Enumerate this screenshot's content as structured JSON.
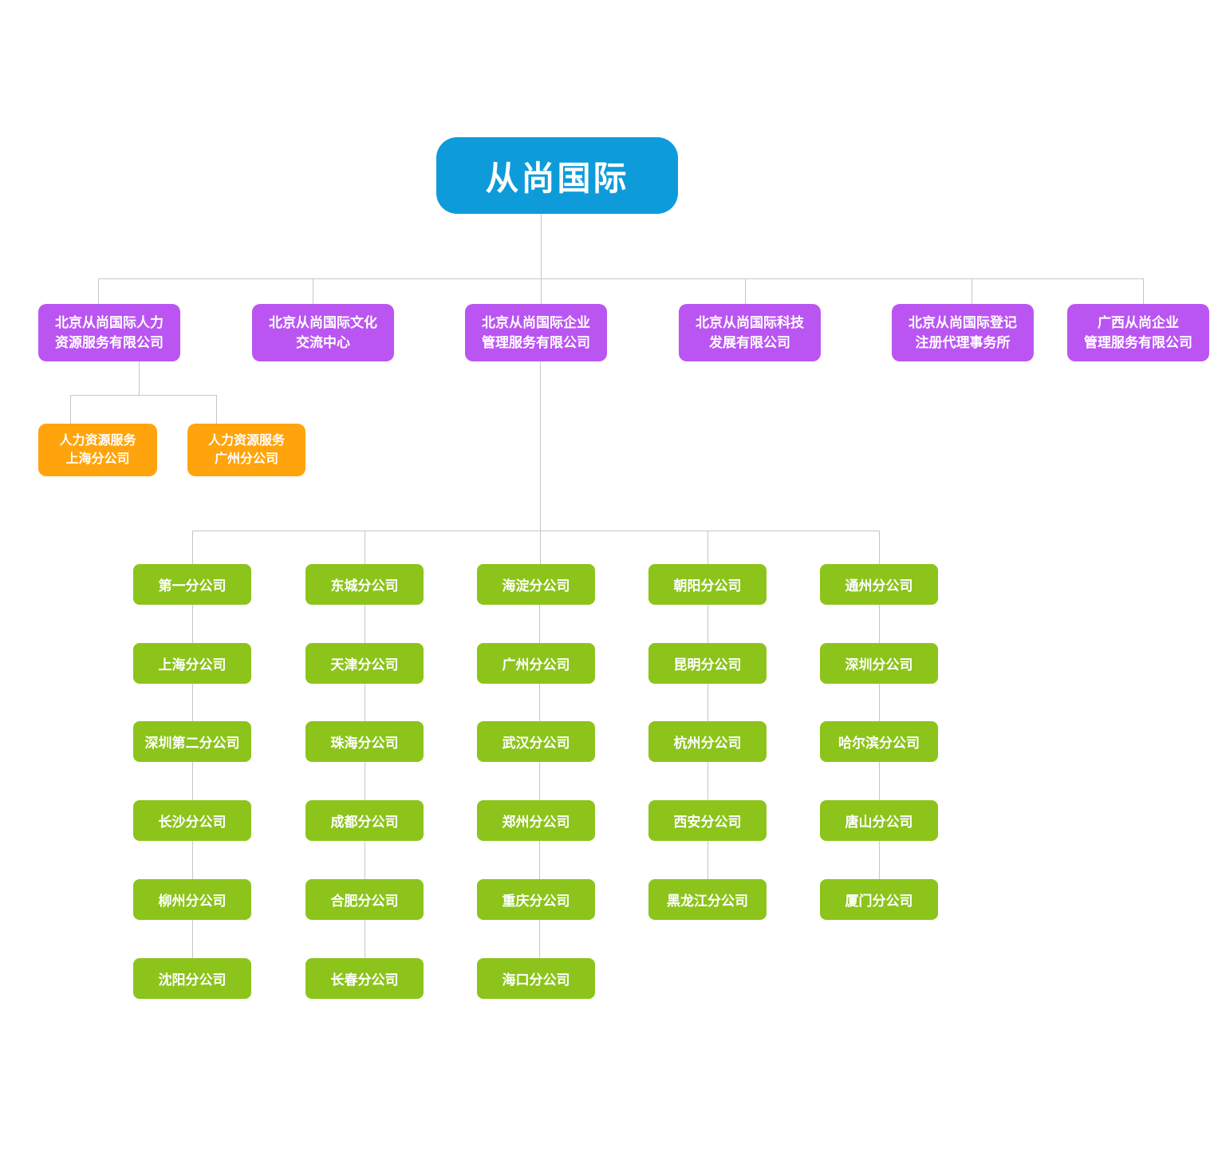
{
  "chart_title": "从尚国际",
  "colors": {
    "root_bg": "#0d9cd9",
    "subsidiary_bg": "#ba55f2",
    "hr_branch_bg": "#ffa40d",
    "branch_bg": "#8cc41c",
    "connector": "#c6c6c6",
    "node_text": "#ffffff"
  },
  "root": {
    "label": "从尚国际"
  },
  "subsidiaries": [
    {
      "line1": "北京从尚国际人力",
      "line2": "资源服务有限公司"
    },
    {
      "line1": "北京从尚国际文化",
      "line2": "交流中心"
    },
    {
      "line1": "北京从尚国际企业",
      "line2": "管理服务有限公司"
    },
    {
      "line1": "北京从尚国际科技",
      "line2": "发展有限公司"
    },
    {
      "line1": "北京从尚国际登记",
      "line2": "注册代理事务所"
    },
    {
      "line1": "广西从尚企业",
      "line2": "管理服务有限公司"
    }
  ],
  "hr_branches": [
    {
      "line1": "人力资源服务",
      "line2": "上海分公司"
    },
    {
      "line1": "人力资源服务",
      "line2": "广州分公司"
    }
  ],
  "branch_columns": [
    [
      "第一分公司",
      "上海分公司",
      "深圳第二分公司",
      "长沙分公司",
      "柳州分公司",
      "沈阳分公司"
    ],
    [
      "东城分公司",
      "天津分公司",
      "珠海分公司",
      "成都分公司",
      "合肥分公司",
      "长春分公司"
    ],
    [
      "海淀分公司",
      "广州分公司",
      "武汉分公司",
      "郑州分公司",
      "重庆分公司",
      "海口分公司"
    ],
    [
      "朝阳分公司",
      "昆明分公司",
      "杭州分公司",
      "西安分公司",
      "黑龙江分公司"
    ],
    [
      "通州分公司",
      "深圳分公司",
      "哈尔滨分公司",
      "唐山分公司",
      "厦门分公司"
    ]
  ]
}
